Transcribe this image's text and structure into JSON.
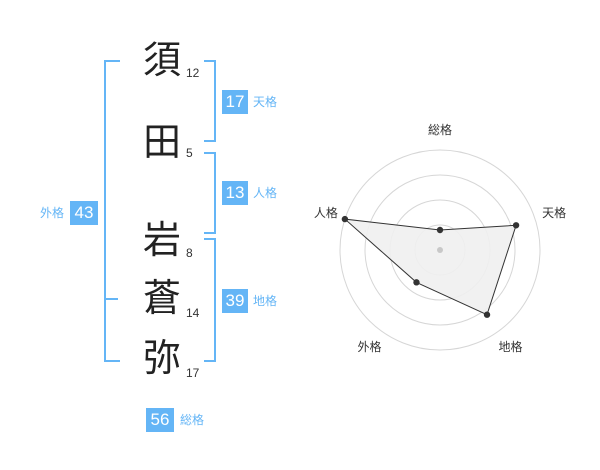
{
  "name": {
    "characters": [
      {
        "char": "須",
        "strokes": "12"
      },
      {
        "char": "田",
        "strokes": "5"
      },
      {
        "char": "岩",
        "strokes": "8"
      },
      {
        "char": "蒼",
        "strokes": "14"
      },
      {
        "char": "弥",
        "strokes": "17"
      }
    ]
  },
  "kaku": {
    "tenkaku": {
      "value": "17",
      "label": "天格"
    },
    "jinkaku": {
      "value": "13",
      "label": "人格"
    },
    "chikaku": {
      "value": "39",
      "label": "地格"
    },
    "gaikaku": {
      "value": "43",
      "label": "外格"
    },
    "soukaku": {
      "value": "56",
      "label": "総格"
    }
  },
  "chart_data": {
    "type": "radar",
    "axes": [
      "総格",
      "天格",
      "地格",
      "外格",
      "人格"
    ],
    "values": [
      1,
      4,
      4,
      2,
      5
    ],
    "max": 5,
    "rings": 4,
    "colors": {
      "fill": "#efefef",
      "stroke": "#333333",
      "grid": "#d6d6d6",
      "accent": "#64b5f6"
    }
  }
}
